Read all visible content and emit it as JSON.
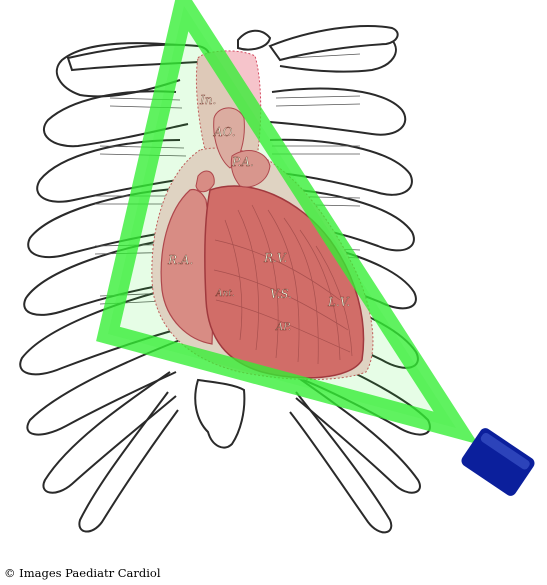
{
  "diagram": {
    "labels": {
      "innominate": "In.",
      "aorta": "AO.",
      "pulmonary_artery": "P.A.",
      "right_atrium": "R.A.",
      "right_ventricle": "R.V.",
      "ventricular_septum": "V.S.",
      "left_ventricle": "L.V.",
      "anterior": "Ant.",
      "apex": "AP."
    }
  },
  "credit": "© Images Paediatr Cardiol",
  "colors": {
    "heart": "#e85c70",
    "heart_light": "#f2a4ae",
    "beam": "#33ee33",
    "probe": "#0b1f9c",
    "bone_line": "#2a2a2a"
  }
}
